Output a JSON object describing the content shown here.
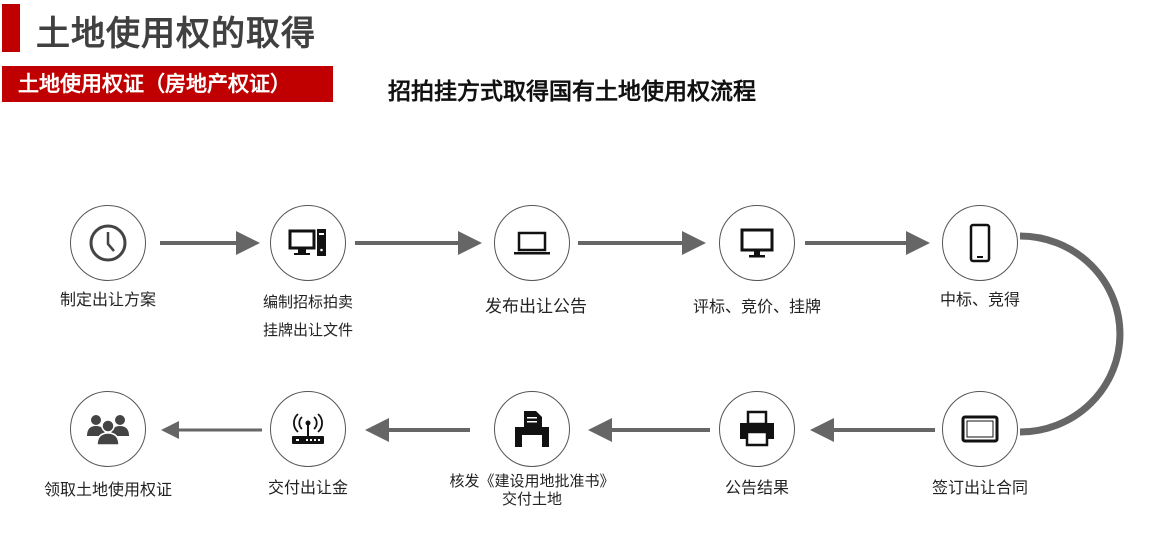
{
  "header": {
    "title": "土地使用权的取得",
    "section_banner": "土地使用权证（房地产权证）",
    "flow_title": "招拍挂方式取得国有土地使用权流程"
  },
  "steps": [
    {
      "label": "制定出让方案",
      "icon": "clock-icon"
    },
    {
      "label": "编制招标拍卖",
      "label2": "挂牌出让文件",
      "icon": "desktop-computer-icon"
    },
    {
      "label": "发布出让公告",
      "icon": "laptop-icon"
    },
    {
      "label": "评标、竞价、挂牌",
      "icon": "monitor-icon"
    },
    {
      "label": "中标、竞得",
      "icon": "smartphone-icon"
    },
    {
      "label": "签订出让合同",
      "icon": "tablet-icon"
    },
    {
      "label": "公告结果",
      "icon": "fax-icon"
    },
    {
      "label": "核发《建设用地批准书》",
      "label2": "交付土地",
      "icon": "printer-icon"
    },
    {
      "label": "交付出让金",
      "icon": "router-icon"
    },
    {
      "label": "领取土地使用权证",
      "icon": "users-icon"
    }
  ],
  "colors": {
    "accent": "#c00000",
    "arrow": "#666666"
  }
}
